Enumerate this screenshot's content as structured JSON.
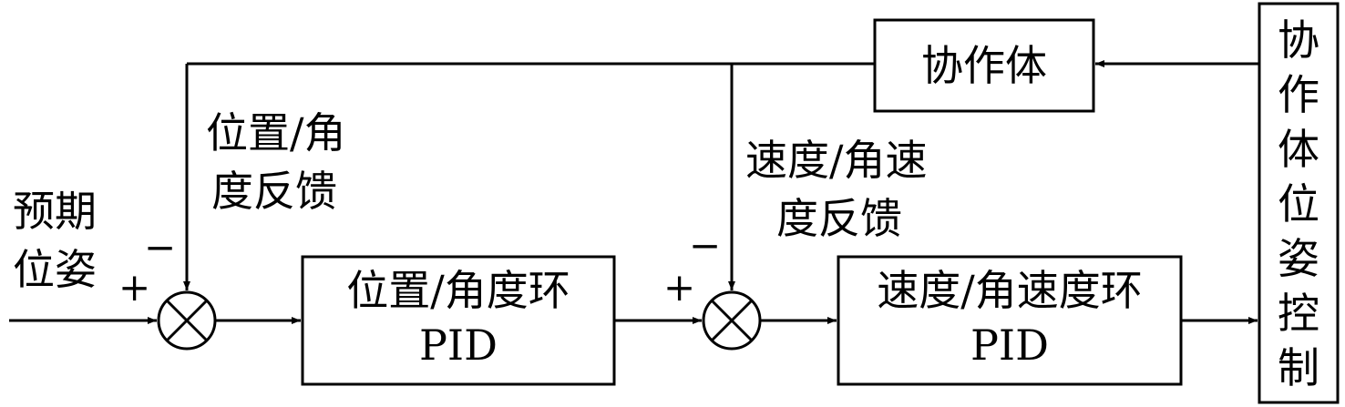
{
  "labels": {
    "input_line1": "预期",
    "input_line2": "位姿",
    "position_feedback_line1": "位置/角",
    "position_feedback_line2": "度反馈",
    "velocity_feedback_line1": "速度/角速",
    "velocity_feedback_line2": "度反馈",
    "plus": "+",
    "minus": "−"
  },
  "blocks": {
    "position_loop_line1": "位置/角度环",
    "position_loop_line2": "PID",
    "velocity_loop_line1": "速度/角速度环",
    "velocity_loop_line2": "PID",
    "cooperative_body": "协作体",
    "pose_control_chars": [
      "协",
      "作",
      "体",
      "位",
      "姿",
      "控",
      "制"
    ]
  },
  "colors": {
    "stroke": "#000000",
    "background": "#ffffff"
  }
}
